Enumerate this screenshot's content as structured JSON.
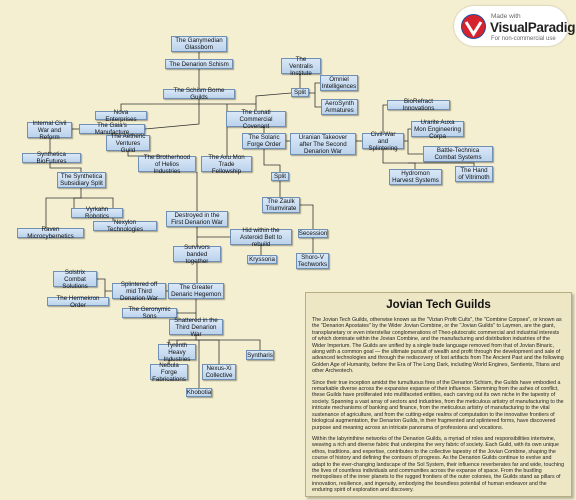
{
  "watermark": {
    "made_with": "Made with",
    "brand": "VisualParadigm",
    "note": "For non-commercial use",
    "logo_colors": [
      "#d6222d",
      "#1f4f9e"
    ]
  },
  "colors": {
    "node_fill": "#cfe0f3",
    "node_border": "#6f8fb3",
    "background": "#f5efd2",
    "note_fill": "#ede7c5"
  },
  "nodes": {
    "ganymedian_glassborn": "The Ganymedian Glassborn",
    "denarion_schism": "The Denarion Schism",
    "schism_borne_guilds": "The Schism Borne Guilds",
    "nova_enterprises": "Nova Enterprises",
    "gaias_manufacture": "The Gaia's Manufacture",
    "internal_civil_war": "Internal Civil War and Reform",
    "synthetica_biofutures": "Synthetica BioFutures",
    "synthetica_subsidiary_split": "The Synthetica Subsidiary Split",
    "vyrkahn_robotics": "Vyrkahn Robotics",
    "nexylon_technologies": "Nexylon Technologies",
    "raven_microcybernetics": "Raven Microcybernetics",
    "aetheric_ventures_guild": "The Aetheric Ventures Guild",
    "brotherhood_helios": "The Brotherhood of Helios Industries",
    "axu_mon_trade": "The Axu Mon Trade Fellowship",
    "lunatl_commercial_covenant": "The Lunatl Commercial Covenant",
    "ventralis_institute": "The Ventralis Institute",
    "split_upper": "Split",
    "omniel_intelligences": "Omniel Intelligences",
    "aerosynth_armatures": "AeroSynth Armatures",
    "solaric_forge_order": "The Solaric Forge Order",
    "uranian_takeover": "Uranian Takeover after The Second Denarion War",
    "civil_war_splintering": "Civil-War and Splintering",
    "biorefract_innovations": "BioRefract Innovations",
    "urarite_auxa_mon": "Urarite Auxa Mon Engineering Corpa",
    "battle_technica": "Battle-Technica Combat Systems",
    "hydromon_harvest": "Hydromon Harvest Systems",
    "hand_of_vitrimoth": "The Hand of Vitrimoth",
    "split_mid": "Split",
    "zaulk_triumvirate": "The Zaulk Triumvirate",
    "destroyed_first_war": "Destroyed in the First Denarion War",
    "hid_asteroid_belt": "Hid within the Asteroid Belt to rebuild",
    "kryssoria": "Kryssoria",
    "secession": "Secession",
    "shoro_v_techworks": "Shoro-V Techworks",
    "survivors_banded": "Survivors banded together",
    "greater_denaric_hegemon": "The Greater Denaric Hegemon",
    "splintered_third_war": "Splintered off mid Third Denarion War",
    "solstrix_combat": "Solstrix Combat Solutions",
    "hermekron_order": "The Hermekron Order",
    "geronymic_sons": "The Geronymic Sons",
    "shattered_third_war": "Shattered in the Third Denarion War",
    "tyrenth_heavy": "Tyrenth Heavy Industries",
    "syntharis": "Syntharis",
    "nebula_forge": "Nebula Forge Fabrications",
    "nexus_xi": "Nexus-Xi Collective",
    "khobotia": "Khobotia"
  },
  "note": {
    "title": "Jovian Tech Guilds",
    "paragraph_1": "The Jovian Tech Guilds, otherwise known as the \"Vizian Profit Cults\", the \"Combine Corpses\", or known as the \"Denarion Apostates\" by the Wider Jovian Combine, or the \"Jovian Guilds\" to Laymen, are the giant, transplanetary or even interstellar conglomerations of Theo-plutocratic commercial and industrial interests of which dominate within the Jovian Combine, and the manufacturing and distribution industries of the Wider Imperium. The Guilds are unified by a single trade language removed from that of Jovian Binaric, along with a common goal — the ultimate pursuit of wealth and profit through the development and sale of advanced technologies and through the rediscovery of lost artifacts from The Ancient Past and the following Golden Age of Humanity, before the Era of The Long Dark, including World Engines, Sentients, Titans and other Archeotech.",
    "paragraph_2": "Since their true inception amidst the tumultuous fires of the Denarion Schism, the Guilds have embodied a remarkable diverse across the expansive expanse of their influence. Stemming from the ashes of conflict, these Guilds have proliferated into multifaceted entities, each carving out its own niche in the tapestry of society. Spanning a vast array of sectors and industries, from the meticulous artistry of manufacturing to the intricate mechanisms of banking and finance, from the meticulous artistry of manufacturing to the vital sustenance of agriculture, and from the cutting-edge realms of computation to the innovative frontiers of biological augmentation, the Denarion Guilds, in their fragmented and splintered forms, have discovered purpose and meaning across an intricate panorama of professions and vocations.",
    "paragraph_3": "Within the labyrinthine networks of the Denarion Guilds, a myriad of roles and responsibilities intertwine, weaving a rich and diverse fabric that underpins the very fabric of society. Each Guild, with its own unique ethos, traditions, and expertise, contributes to the collective tapestry of the Jovian Combine, shaping the course of history and defining the contours of progress. As the Denarion Guilds continue to evolve and adapt to the ever-changing landscape of the Sol System, their influence reverberates far and wide, touching the lives of countless individuals and communities across the expanse of space. From the bustling metropolises of the inner planets to the rugged frontiers of the outer colonies, the Guilds stand as pillars of innovation, resilience, and ingenuity, embodying the boundless potential of human endeavor and the enduring spirit of exploration and discovery."
  }
}
